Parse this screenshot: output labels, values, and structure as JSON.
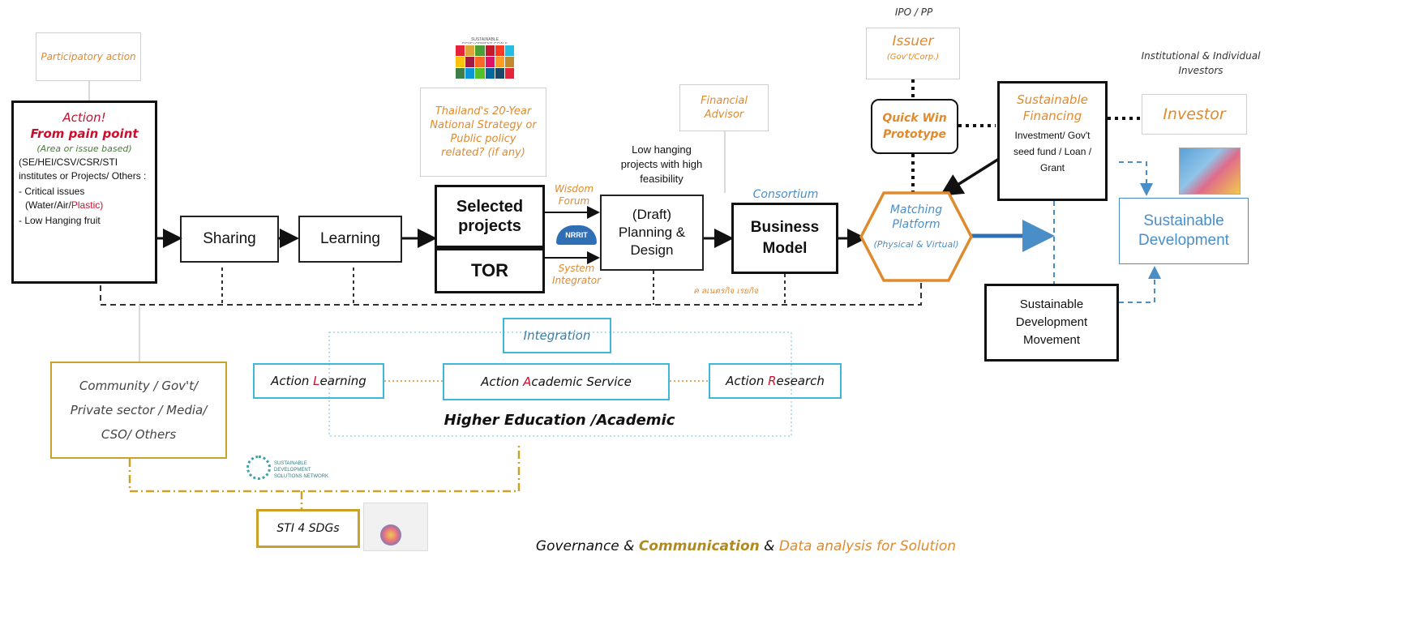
{
  "participatory": "Participatory action",
  "action_box": {
    "line1": "Action!",
    "line2": "From pain point",
    "line3": "(Area or issue based)",
    "line4": "(SE/HEI/CSV/CSR/STI institutes or Projects/ Others :",
    "line5a": "- Critical issues",
    "line5b": "(Water/Air/",
    "line5c": "Plastic)",
    "line6": "- Low Hanging fruit"
  },
  "sharing": "Sharing",
  "learning": "Learning",
  "sdg_logo": "SUSTAINABLE DEVELOPMENT GOALS",
  "thailand": "Thailand's 20-Year National Strategy or Public policy related? (if any)",
  "selected": "Selected projects",
  "tor": "TOR",
  "wisdom": "Wisdom Forum",
  "system": "System Integrator",
  "logo_mid": "NRRIT",
  "lowhanging": "Low hanging projects with high feasibility",
  "planning": "(Draft) Planning & Design",
  "financial_advisor": "Financial Advisor",
  "consortium": "Consortium",
  "business": "Business Model",
  "thai_text": "ค ลเนตรกิจ เรยกิจ",
  "ipo": "IPO / PP",
  "issuer": "Issuer",
  "issuer_sub": "(Gov't/Corp.)",
  "quickwin": "Quick Win Prototype",
  "matching": "Matching Platform",
  "matching_sub": "(Physical & Virtual)",
  "sust_fin_title": "Sustainable Financing",
  "sust_fin_body": "Investment/ Gov't seed fund / Loan / Grant",
  "inst_investors": "Institutional & Individual Investors",
  "investor": "Investor",
  "sust_dev": "Sustainable Development",
  "sust_move": "Sustainable Development Movement",
  "integration": "Integration",
  "al": {
    "pre": "Action ",
    "hl": "L",
    "post": "earning"
  },
  "aas": {
    "pre": "Action ",
    "hl": "A",
    "post": "cademic Service"
  },
  "ar": {
    "pre": "Action ",
    "hl": "R",
    "post": "esearch"
  },
  "higher_ed": "Higher Education /Academic",
  "community": "Community / Gov't/ Private sector / Media/ CSO/ Others",
  "sdsn_logo": "SUSTAINABLE DEVELOPMENT SOLUTIONS NETWORK",
  "sti": "STI 4 SDGs",
  "footer": {
    "a": "Governance & ",
    "b": "Communication",
    "c": " & ",
    "d": "Data analysis for Solution"
  },
  "colors": {
    "orange": "#e08a2e",
    "blue": "#4a8ec8",
    "cyan": "#3fb8d8",
    "gold": "#c9a227",
    "red": "#c8102e"
  }
}
